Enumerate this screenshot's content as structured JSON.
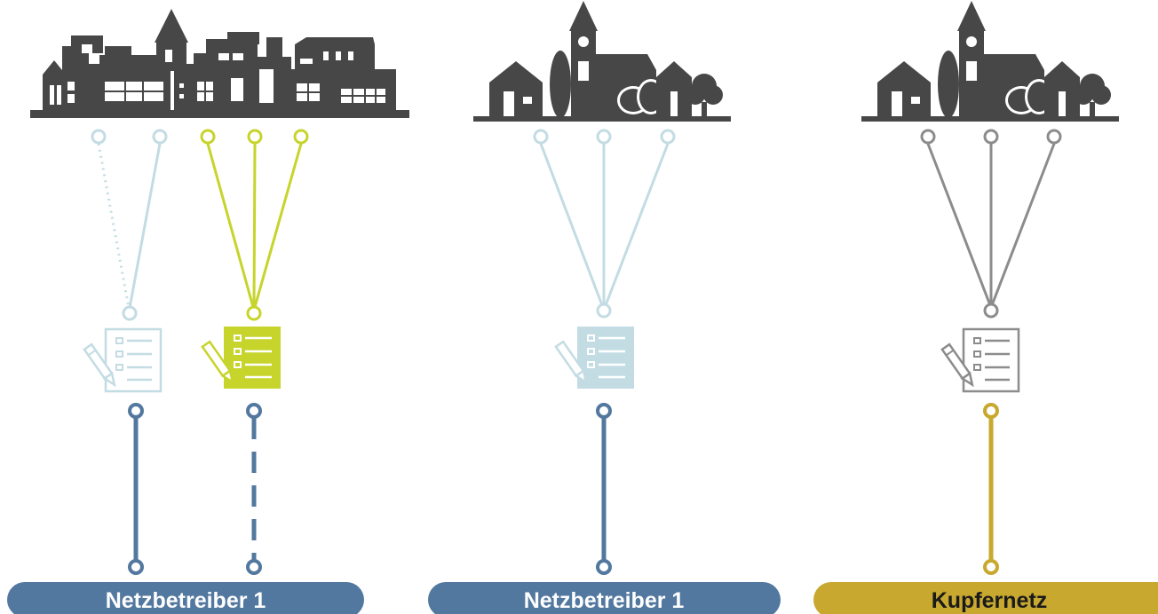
{
  "colors": {
    "silhouette": "#474747",
    "light_blue": "#c3dce3",
    "lime": "#c6d42b",
    "dark_blue": "#52789f",
    "gray": "#8c8c8c",
    "gold": "#c8a82f",
    "label_light": "#ffffff",
    "label_dark": "#1a1a1a"
  },
  "icons": {
    "city": "city-skyline-icon",
    "village": "village-church-icon",
    "form": "form-with-pen-icon"
  },
  "labels": {
    "operator_left": "Netzbetreiber 1",
    "operator_middle": "Netzbetreiber 1",
    "copper_right": "Kupfernetz"
  }
}
